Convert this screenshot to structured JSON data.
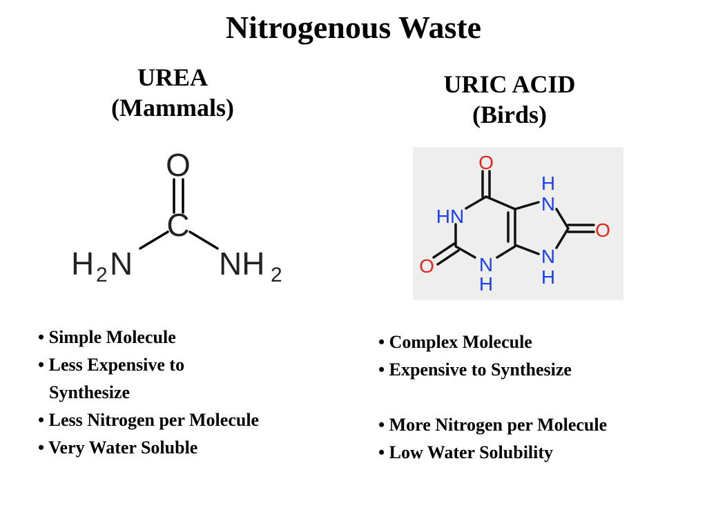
{
  "slide": {
    "title": "Nitrogenous Waste"
  },
  "urea": {
    "name": "UREA",
    "group": "(Mammals)",
    "structure": {
      "oxygen": "O",
      "carbon": "C",
      "left_n": "H",
      "left_sub": "2",
      "left_n2": "N",
      "right_n": "NH",
      "right_sub": "2"
    },
    "bullets": [
      "• Simple Molecule",
      "• Less Expensive to",
      "Synthesize",
      "• Less Nitrogen per Molecule",
      "• Very Water Soluble"
    ]
  },
  "uric_acid": {
    "name": "URIC ACID",
    "group": "(Birds)",
    "structure": {
      "o_top": "O",
      "o_left": "O",
      "o_right": "O",
      "hn": "HN",
      "n_bottom": "N",
      "h_bottom": "H",
      "h_top_right": "H",
      "n_top_right": "N",
      "n_bottom_right": "N",
      "h_bottom_right": "H"
    },
    "bullets_a": [
      "• Complex Molecule",
      "• Expensive to Synthesize"
    ],
    "bullets_b": [
      "• More Nitrogen per Molecule",
      "• Low Water Solubility"
    ]
  },
  "colors": {
    "oxygen": "#e8221c",
    "nitrogen": "#1a3ff0",
    "bond": "#000000",
    "panel": "#eeeeee"
  }
}
